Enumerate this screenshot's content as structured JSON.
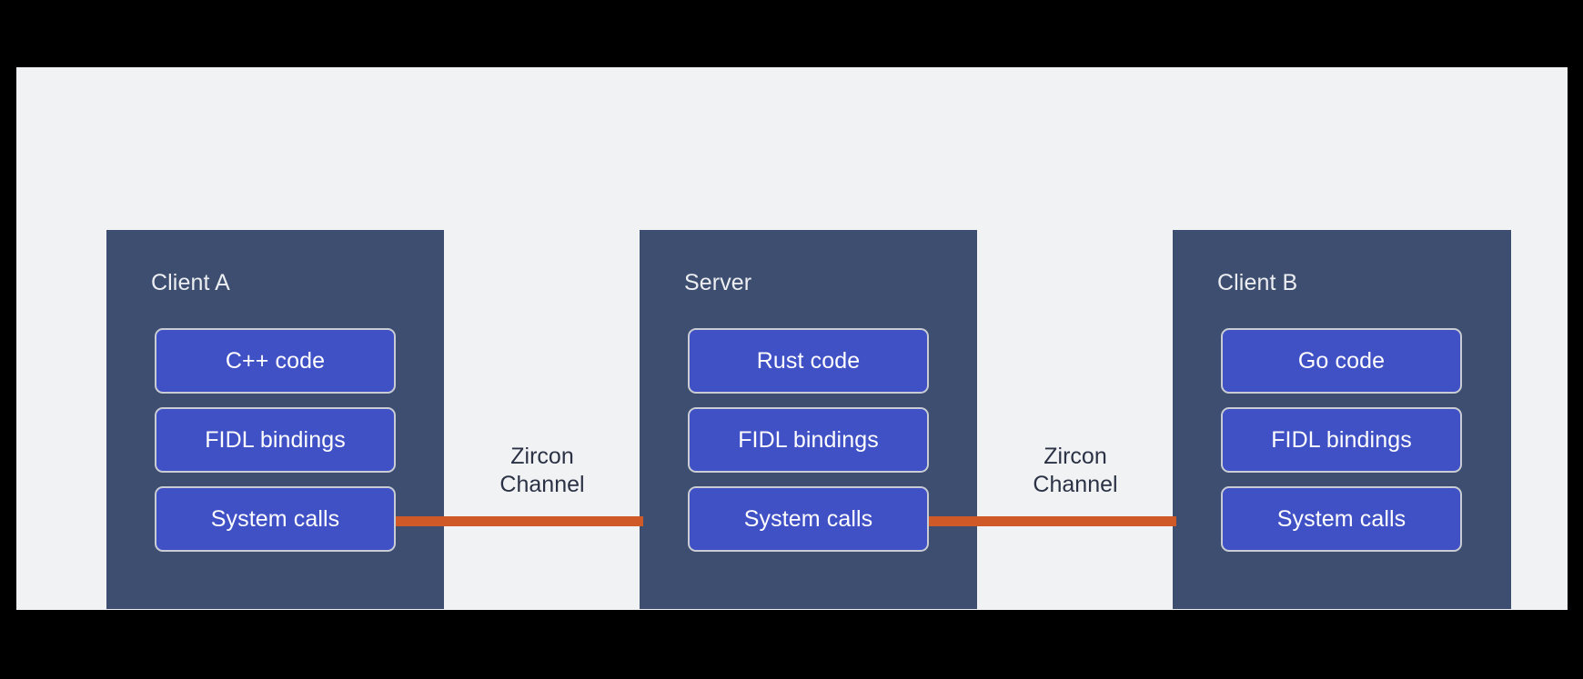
{
  "diagram": {
    "title_hidden": "",
    "background_color": "#000000",
    "panel_color": "#f1f2f4",
    "process_color": "#3e4e70",
    "layer_color": "#3f51c5",
    "layer_border_color": "#c9ccd2",
    "channel_color": "#cf5a28",
    "text_light": "#ffffff",
    "text_dark": "#2b3245",
    "processes": [
      {
        "id": "client-a",
        "title": "Client A",
        "layers": [
          {
            "id": "cpp-code",
            "label": "C++ code"
          },
          {
            "id": "fidl-bindings",
            "label": "FIDL bindings"
          },
          {
            "id": "system-calls",
            "label": "System calls"
          }
        ]
      },
      {
        "id": "server",
        "title": "Server",
        "layers": [
          {
            "id": "rust-code",
            "label": "Rust code"
          },
          {
            "id": "fidl-bindings",
            "label": "FIDL bindings"
          },
          {
            "id": "system-calls",
            "label": "System calls"
          }
        ]
      },
      {
        "id": "client-b",
        "title": "Client B",
        "layers": [
          {
            "id": "go-code",
            "label": "Go code"
          },
          {
            "id": "fidl-bindings",
            "label": "FIDL bindings"
          },
          {
            "id": "system-calls",
            "label": "System calls"
          }
        ]
      }
    ],
    "channels": [
      {
        "id": "channel-1",
        "line1": "Zircon",
        "line2": "Channel",
        "from": "client-a",
        "to": "server"
      },
      {
        "id": "channel-2",
        "line1": "Zircon",
        "line2": "Channel",
        "from": "server",
        "to": "client-b"
      }
    ]
  }
}
